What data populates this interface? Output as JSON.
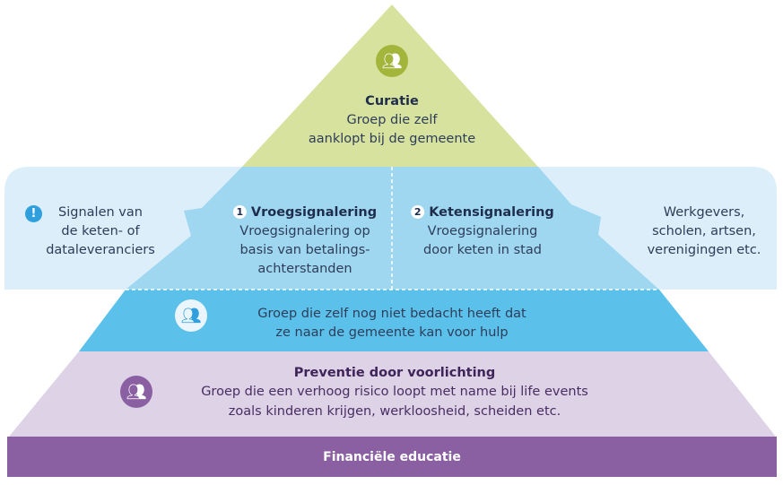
{
  "colors": {
    "curatie": "#d6e29e",
    "signal": "#9fd7f1",
    "middle": "#5cc1ea",
    "prevention": "#ddd2e6",
    "education": "#8b60a3",
    "side": "#dbeef9"
  },
  "curatie": {
    "icon": "people-icon",
    "title": "Curatie",
    "lines": [
      "Groep die zelf",
      "aanklopt bij de gemeente"
    ]
  },
  "left_side": {
    "icon": "exclamation-icon",
    "lines": [
      "Signalen van",
      "de keten- of",
      "dataleveranciers"
    ]
  },
  "right_side": {
    "lines": [
      "Werkgevers,",
      "scholen, artsen,",
      "verenigingen etc."
    ]
  },
  "vroeg": {
    "number": "1",
    "title": "Vroegsignalering",
    "lines": [
      "Vroegsignalering op",
      "basis van betalings-",
      "achterstanden"
    ]
  },
  "keten": {
    "number": "2",
    "title": "Ketensignalering",
    "lines": [
      "Vroegsignalering",
      "door keten in stad"
    ]
  },
  "middle": {
    "icon": "people-icon",
    "lines": [
      "Groep die zelf nog niet bedacht heeft dat",
      "ze naar de gemeente kan voor hulp"
    ]
  },
  "preventie": {
    "icon": "people-icon",
    "title": "Preventie door voorlichting",
    "lines": [
      "Groep die een verhoog risico loopt met name bij life events",
      "zoals kinderen krijgen, werkloosheid, scheiden etc."
    ]
  },
  "education": {
    "label": "Financiële educatie"
  }
}
